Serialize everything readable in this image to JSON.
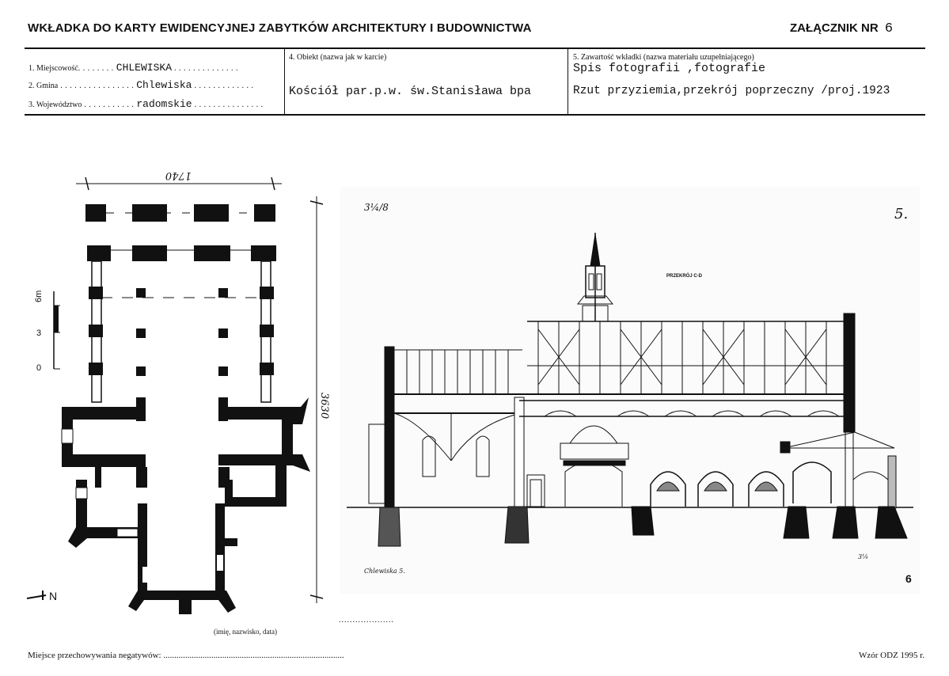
{
  "header": {
    "title": "WKŁADKA DO KARTY EWIDENCYJNEJ ZABYTKÓW ARCHITEKTURY I BUDOWNICTWA",
    "annex_label": "ZAŁĄCZNIK NR",
    "annex_number": "6"
  },
  "fields": {
    "locality_label": "1. Miejscowość",
    "locality_value": "CHLEWISKA",
    "commune_label": "2. Gmina",
    "commune_value": "Chlewiska",
    "province_label": "3. Województwo",
    "province_value": "radomskie",
    "object_label": "4. Obiekt (nazwa jak w karcie)",
    "object_value": "Kościół par.p.w. św.Stanisława bpa",
    "content_label": "5. Zawartość wkładki (nazwa materiału uzupełniającego)",
    "content_value_1": "Spis fotografii ,fotografie",
    "content_value_2": "Rzut przyziemia,przekrój poprzeczny /proj.1923"
  },
  "plan": {
    "width_dim": "1740",
    "length_dim": "3630",
    "scale_labels": [
      "0",
      "3",
      "6m"
    ],
    "north_label": "N"
  },
  "section": {
    "ref_mark": "3¼/8",
    "page_mark": "5.",
    "section_title": "PRZEKRÓJ C-D",
    "small_note": "Chlewiska 5.",
    "right_mark": "3¼",
    "sheet_number": "6"
  },
  "footer": {
    "signature_caption": "(imię, nazwisko, data)",
    "signature_dots": "....................",
    "negatives_label": "Miejsce przechowywania negatywów:",
    "negatives_dots": "...................................................................................",
    "template": "Wzór ODZ 1995 r."
  }
}
